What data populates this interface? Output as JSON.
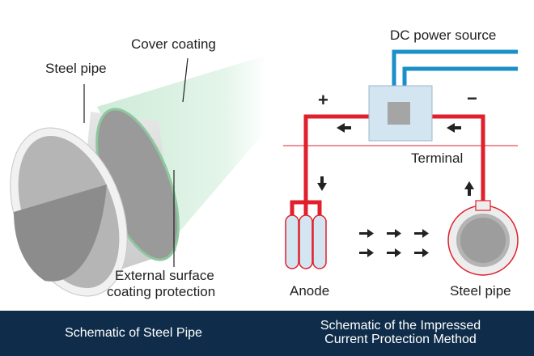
{
  "left_diagram": {
    "label_steel_pipe": "Steel pipe",
    "label_cover_coating": "Cover coating",
    "label_external_1": "External surface",
    "label_external_2": "coating protection"
  },
  "right_diagram": {
    "label_dc_power_source": "DC power source",
    "label_plus": "+",
    "label_minus": "−",
    "label_terminal": "Terminal",
    "label_anode": "Anode",
    "label_steel_pipe": "Steel pipe"
  },
  "footer": {
    "caption_left": "Schematic of Steel Pipe",
    "caption_right_1": "Schematic of the Impressed",
    "caption_right_2": "Current Protection Method"
  },
  "colors": {
    "wire_red": "#e0202c",
    "wire_blue": "#1a8fc8",
    "coating_green": "#d4eedc",
    "footer_bg": "#0f2d4a"
  }
}
